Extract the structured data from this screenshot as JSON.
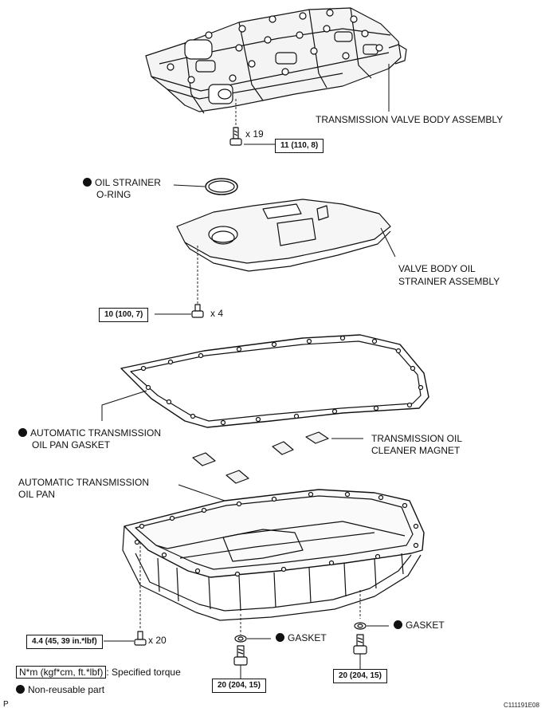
{
  "labels": {
    "valve_body": "TRANSMISSION VALVE BODY ASSEMBLY",
    "oil_strainer_oring_1": "OIL STRAINER",
    "oil_strainer_oring_2": "O-RING",
    "valve_body_strainer_1": "VALVE BODY OIL",
    "valve_body_strainer_2": "STRAINER ASSEMBLY",
    "pan_gasket_1": "AUTOMATIC TRANSMISSION",
    "pan_gasket_2": "OIL PAN GASKET",
    "magnet_1": "TRANSMISSION OIL",
    "magnet_2": "CLEANER MAGNET",
    "oil_pan_1": "AUTOMATIC TRANSMISSION",
    "oil_pan_2": "OIL PAN",
    "gasket_left": "GASKET",
    "gasket_right": "GASKET"
  },
  "torques": {
    "valve_body_bolts": "11 (110, 8)",
    "strainer_bolts": "10 (100, 7)",
    "pan_bolts": "4.4 (45, 39 in.*lbf)",
    "drain_plug_left": "20 (204, 15)",
    "drain_plug_right": "20 (204, 15)"
  },
  "quantities": {
    "valve_body_bolts": "x 19",
    "strainer_bolts": "x 4",
    "pan_bolts": "x 20"
  },
  "legend": {
    "torque_unit": "N*m (kgf*cm, ft.*lbf)",
    "torque_desc": ": Specified torque",
    "non_reusable": "Non-reusable part"
  },
  "footer": {
    "left_mark": "P",
    "figure_code": "C111191E08"
  }
}
